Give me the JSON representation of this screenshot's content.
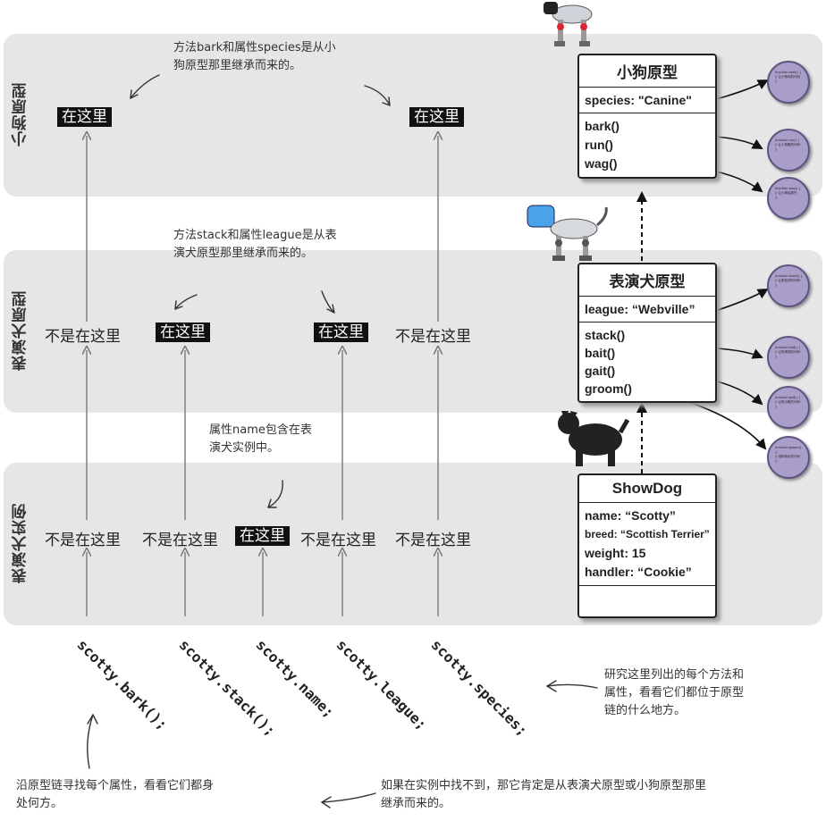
{
  "bands": {
    "puppy": "小狗原型",
    "showdog_proto": "表演犬原型",
    "instance": "表演犬实例"
  },
  "notes": {
    "puppy_note": [
      "方法bark和属性species是从小",
      "狗原型那里继承而来的。"
    ],
    "showdog_note": [
      "方法stack和属性league是从表",
      "演犬原型那里继承而来的。"
    ],
    "instance_note": [
      "属性name包含在表",
      "演犬实例中。"
    ],
    "study_note": [
      "研究这里列出的每个方法和",
      "属性，看看它们都位于原型",
      "链的什么地方。"
    ],
    "follow_note": [
      "沿原型链寻找每个属性，看看它们都身",
      "处何方。"
    ],
    "notfound_note": [
      "如果在实例中找不到，那它肯定是从表演犬原型或小狗原型那里",
      "继承而来的。"
    ]
  },
  "labels": {
    "here": "在这里",
    "not_here": "不是在这里"
  },
  "calls": [
    "scotty.bark();",
    "scotty.stack();",
    "scotty.name;",
    "scotty.league;",
    "scotty.species;"
  ],
  "puppy_box": {
    "title": "小狗原型",
    "props": [
      "species: \"Canine\""
    ],
    "methods": [
      "bark()",
      "run()",
      "wag()"
    ]
  },
  "showdog_box": {
    "title": "表演犬原型",
    "props": [
      "league: “Webville”"
    ],
    "methods": [
      "stack()",
      "bait()",
      "gait()",
      "groom()"
    ]
  },
  "instance_box": {
    "title": "ShowDog",
    "props": [
      "name: “Scotty”",
      "breed: “Scottish Terrier”",
      "weight: 15",
      "handler: “Cookie”"
    ]
  },
  "colors": {
    "band": "#e6e6e6",
    "label_bg": "#111111",
    "function_circle": "#a89ec9"
  },
  "icons": {
    "robot_dog": "robot-dog-image",
    "scottie": "scottie-dog-image",
    "function": "function-object-icon"
  }
}
